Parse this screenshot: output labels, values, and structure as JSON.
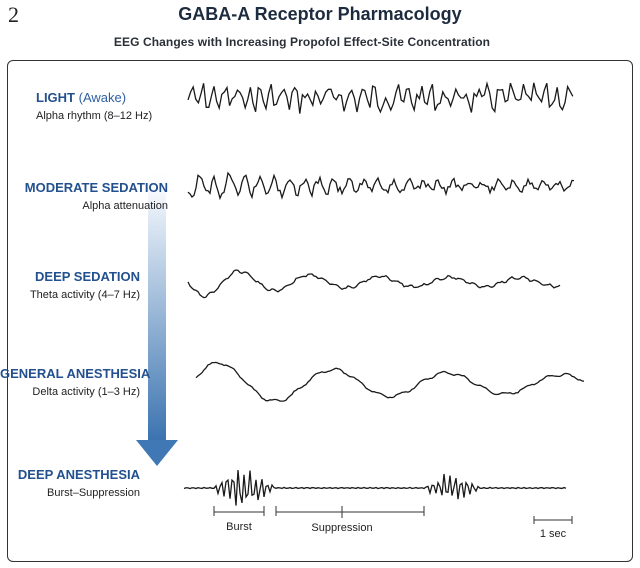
{
  "page_number": "2",
  "title": "GABA-A Receptor Pharmacology",
  "subtitle": "EEG Changes with Increasing Propofol Effect-Site Concentration",
  "stages": [
    {
      "name": "LIGHT",
      "qualifier": "(Awake)",
      "description": "Alpha rhythm (8–12 Hz)"
    },
    {
      "name": "MODERATE SEDATION",
      "qualifier": "",
      "description": "Alpha attenuation"
    },
    {
      "name": "DEEP SEDATION",
      "qualifier": "",
      "description": "Theta activity (4–7 Hz)"
    },
    {
      "name": "GENERAL ANESTHESIA",
      "qualifier": "",
      "description": "Delta activity (1–3 Hz)"
    },
    {
      "name": "DEEP ANESTHESIA",
      "qualifier": "",
      "description": "Burst–Suppression"
    }
  ],
  "annotations": {
    "burst": "Burst",
    "suppression": "Suppression",
    "scale": "1 sec"
  },
  "colors": {
    "stage_label": "#23508f",
    "arrow_top": "#e9f0f8",
    "arrow_bottom": "#3f78b5",
    "trace": "#1a1a1a"
  }
}
